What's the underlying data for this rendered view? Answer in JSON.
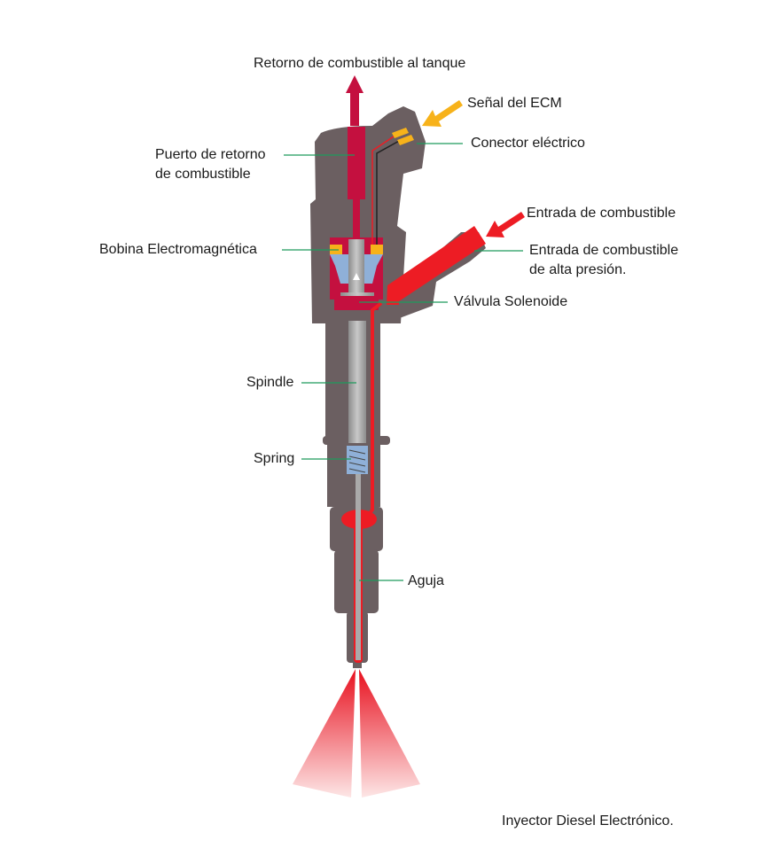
{
  "title": "Inyector Diesel Electrónico.",
  "colors": {
    "body": "#6b5f61",
    "return": "#c4103f",
    "fuel": "#ed1c24",
    "signal": "#f7b21a",
    "leader": "#1f9a5c",
    "spindle": "#9a9a9a",
    "spring": "#8fb0d8"
  },
  "labels": {
    "return_to_tank": "Retorno de combustible al tanque",
    "ecm_signal": "Señal del ECM",
    "connector": "Conector eléctrico",
    "return_port_1": "Puerto de retorno",
    "return_port_2": "de combustible",
    "fuel_inlet": "Entrada de combustible",
    "coil": "Bobina Electromagnética",
    "hp_inlet_1": "Entrada de combustible",
    "hp_inlet_2": "de alta presión.",
    "solenoid_valve": "Válvula Solenoide",
    "spindle": "Spindle",
    "spring": "Spring",
    "needle": "Aguja"
  }
}
